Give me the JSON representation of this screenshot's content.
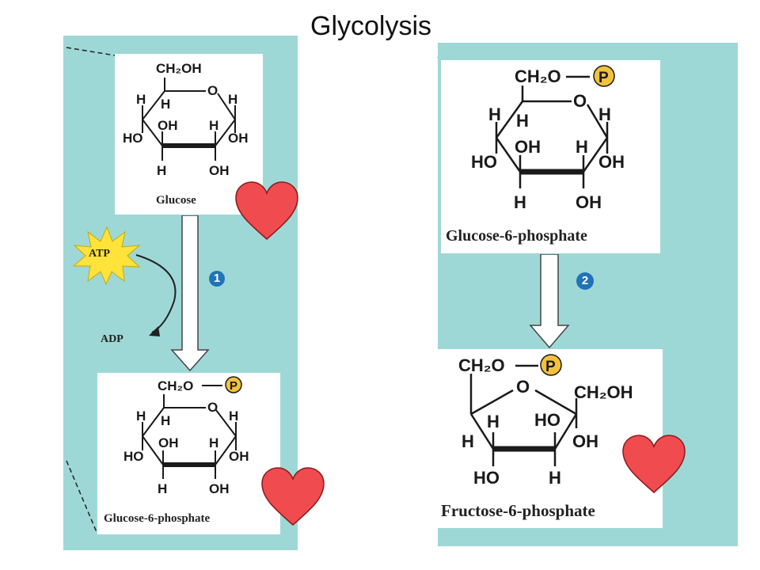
{
  "title": "Glycolysis",
  "left": {
    "substrate": "Glucose",
    "product": "Glucose-6-phosphate",
    "cofactor_in": "ATP",
    "cofactor_out": "ADP",
    "step": "1"
  },
  "right": {
    "substrate": "Glucose-6-phosphate",
    "product": "Fructose-6-phosphate",
    "step": "2"
  },
  "atoms": {
    "ch2oh": "CH₂OH",
    "ch2o": "CH₂O",
    "o": "O",
    "h": "H",
    "oh": "OH",
    "ho": "HO",
    "p": "P"
  },
  "colors": {
    "panel": "#9ed8d6",
    "atp_star": "#ffe33a",
    "heart": "#f04b4e",
    "step_badge": "#1f73b7"
  }
}
